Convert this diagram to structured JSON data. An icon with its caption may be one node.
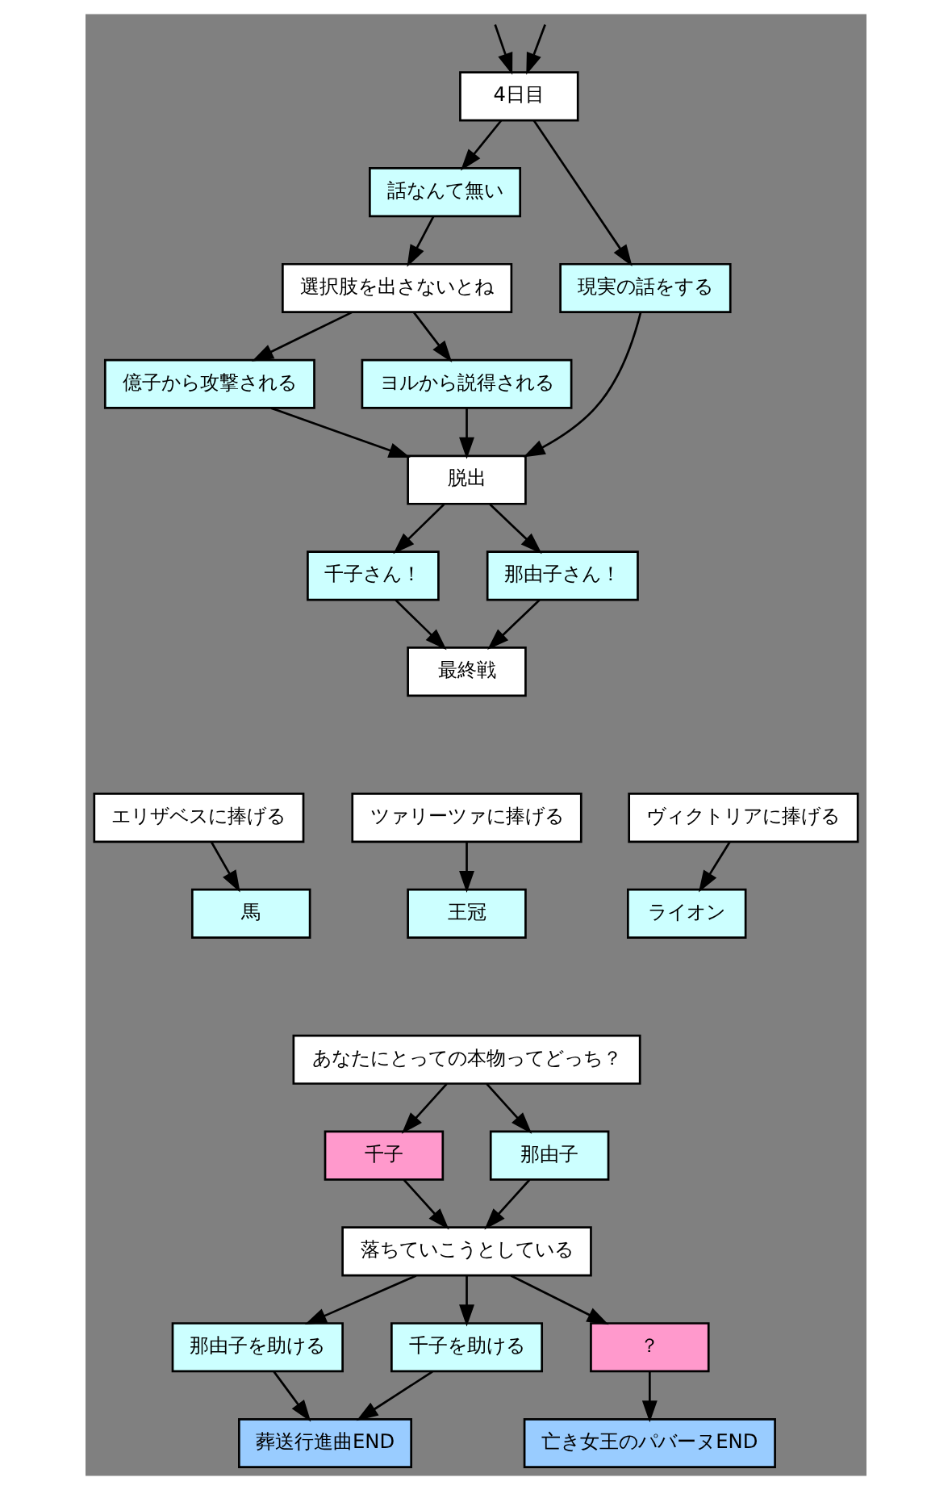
{
  "diagram": {
    "nodes": [
      {
        "text": [
          "4日目"
        ]
      },
      {
        "text": [
          "話なんて無い"
        ]
      },
      {
        "text": [
          "現実の話をする"
        ]
      },
      {
        "text": [
          "選択肢を出さないとね"
        ]
      },
      {
        "text": [
          "億子から攻撃される"
        ]
      },
      {
        "text": [
          "ヨルから説得される"
        ]
      },
      {
        "text": [
          "脱出"
        ]
      },
      {
        "text": [
          "千子さん！"
        ]
      },
      {
        "text": [
          "那由子さん！"
        ]
      },
      {
        "text": [
          "最終戦"
        ]
      },
      {
        "text": [
          "エリザベスに捧げる"
        ]
      },
      {
        "text": [
          "ツァリーツァに捧げる"
        ]
      },
      {
        "text": [
          "ヴィクトリアに捧げる"
        ]
      },
      {
        "text": [
          "馬"
        ]
      },
      {
        "text": [
          "王冠"
        ]
      },
      {
        "text": [
          "ライオン"
        ]
      },
      {
        "text": [
          "あなたにとっての本物ってどっち？"
        ]
      },
      {
        "text": [
          "千子"
        ]
      },
      {
        "text": [
          "那由子"
        ]
      },
      {
        "text": [
          "落ちていこうとしている"
        ]
      },
      {
        "text": [
          "那由子を助ける"
        ]
      },
      {
        "text": [
          "千子を助ける"
        ]
      },
      {
        "text": [
          "？"
        ]
      },
      {
        "text": [
          "葬送行進曲END"
        ]
      },
      {
        "text": [
          "亡き女王のパバーヌEND"
        ]
      }
    ],
    "edges": [
      {
        "from": null,
        "to": 0,
        "arrow": "to"
      },
      {
        "from": null,
        "to": 0,
        "arrow": "to"
      },
      {
        "from": 0,
        "to": 1,
        "arrow": "to"
      },
      {
        "from": 0,
        "to": 2,
        "arrow": "to"
      },
      {
        "from": 1,
        "to": 3,
        "arrow": "to"
      },
      {
        "from": 2,
        "to": 6,
        "arrow": "to"
      },
      {
        "from": 3,
        "to": 4,
        "arrow": "to"
      },
      {
        "from": 3,
        "to": 5,
        "arrow": "to"
      },
      {
        "from": 4,
        "to": 6,
        "arrow": "to"
      },
      {
        "from": 5,
        "to": 6,
        "arrow": "to"
      },
      {
        "from": 6,
        "to": 7,
        "arrow": "to"
      },
      {
        "from": 6,
        "to": 8,
        "arrow": "to"
      },
      {
        "from": 7,
        "to": 9,
        "arrow": "to"
      },
      {
        "from": 8,
        "to": 9,
        "arrow": "to"
      },
      {
        "from": 10,
        "to": 13,
        "arrow": "to"
      },
      {
        "from": 11,
        "to": 14,
        "arrow": "to"
      },
      {
        "from": 12,
        "to": 15,
        "arrow": "to"
      },
      {
        "from": 16,
        "to": 17,
        "arrow": "to"
      },
      {
        "from": 16,
        "to": 18,
        "arrow": "to"
      },
      {
        "from": 17,
        "to": 19,
        "arrow": "to"
      },
      {
        "from": 18,
        "to": 19,
        "arrow": "to"
      },
      {
        "from": 19,
        "to": 20,
        "arrow": "to"
      },
      {
        "from": 19,
        "to": 21,
        "arrow": "to"
      },
      {
        "from": 19,
        "to": 22,
        "arrow": "to"
      },
      {
        "from": 20,
        "to": 23,
        "arrow": "to"
      },
      {
        "from": 21,
        "to": 23,
        "arrow": "to"
      },
      {
        "from": 22,
        "to": 24,
        "arrow": "to"
      }
    ]
  }
}
